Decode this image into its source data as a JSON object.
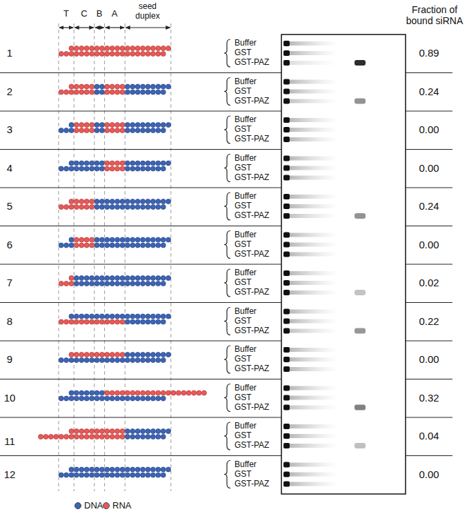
{
  "diagram": {
    "labels": [
      "T",
      "C",
      "B",
      "A",
      "seed duplex",
      "Fraction of bound siRNA",
      "1",
      "Buffer",
      "GST",
      "GST-PAZ",
      "0.89",
      "2",
      "Buffer",
      "GST",
      "GST-PAZ",
      "0.24",
      "3",
      "Buffer",
      "GST",
      "GST-PAZ",
      "0.00",
      "4",
      "Buffer",
      "GST",
      "GST-PAZ",
      "0.00",
      "5",
      "Buffer",
      "GST",
      "GST-PAZ",
      "0.24",
      "6",
      "Buffer",
      "GST",
      "GST-PAZ",
      "0.00",
      "7",
      "Buffer",
      "GST",
      "GST-PAZ",
      "0.02",
      "8",
      "Buffer",
      "GST",
      "GST-PAZ",
      "0.22",
      "9",
      "Buffer",
      "GST",
      "GST-PAZ",
      "0.00",
      "10",
      "Buffer",
      "GST",
      "GST-PAZ",
      "0.32",
      "11",
      "Buffer",
      "GST",
      "GST-PAZ",
      "0.04",
      "12",
      "Buffer",
      "GST",
      "GST-PAZ",
      "0.00"
    ],
    "legend": [
      {
        "text": "DNA",
        "color": "#3d64b5"
      },
      {
        "text": "RNA",
        "color": "#e85a5a"
      }
    ]
  }
}
